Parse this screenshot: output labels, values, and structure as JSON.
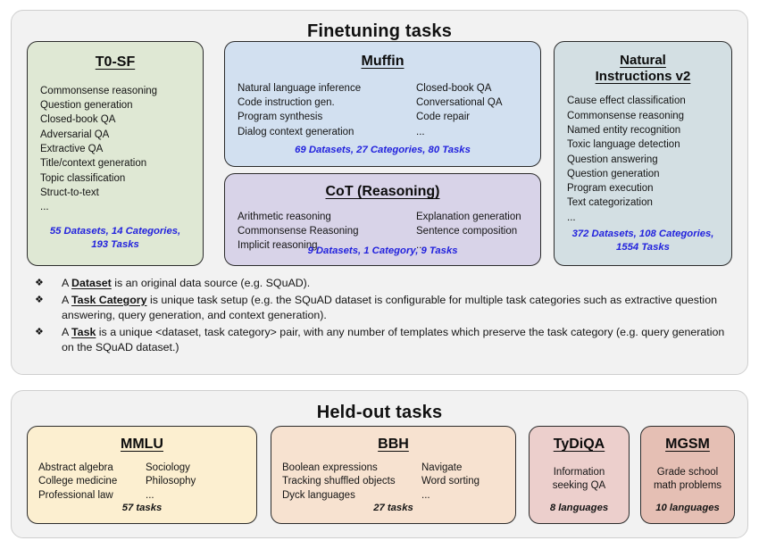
{
  "finetuning": {
    "title": "Finetuning tasks",
    "cards": [
      {
        "name": "T0-SF",
        "items_col_a": [
          "Commonsense reasoning",
          "Question generation",
          "Closed-book QA",
          "Adversarial QA",
          "Extractive QA",
          "Title/context generation",
          "Topic classification",
          "Struct-to-text",
          "..."
        ],
        "items_col_b": [],
        "stat_line_1": "55 Datasets, 14 Categories,",
        "stat_line_2": "193 Tasks",
        "color": "#dfe8d4"
      },
      {
        "name": "Muffin",
        "items_col_a": [
          "Natural language inference",
          "Code instruction gen.",
          "Program synthesis",
          "Dialog context generation"
        ],
        "items_col_b": [
          "Closed-book QA",
          "Conversational QA",
          "Code repair",
          "..."
        ],
        "stat_line_1": "69 Datasets, 27 Categories, 80 Tasks",
        "stat_line_2": "",
        "color": "#d2e0f0"
      },
      {
        "name": "CoT (Reasoning)",
        "items_col_a": [
          "Arithmetic reasoning",
          "Commonsense Reasoning",
          "Implicit reasoning"
        ],
        "items_col_b": [
          "Explanation generation",
          "Sentence composition",
          "..."
        ],
        "stat_line_1": "9 Datasets, 1 Category, 9 Tasks",
        "stat_line_2": "",
        "color": "#d8d3e8"
      },
      {
        "name_line_1": "Natural",
        "name_line_2": "Instructions v2",
        "items_col_a": [
          "Cause effect classification",
          "Commonsense reasoning",
          "Named entity recognition",
          "Toxic language detection",
          "Question answering",
          "Question generation",
          "Program execution",
          "Text categorization",
          "..."
        ],
        "items_col_b": [],
        "stat_line_1": "372 Datasets, 108 Categories,",
        "stat_line_2": "1554 Tasks",
        "color": "#d3dfe3"
      }
    ],
    "glossary": [
      {
        "marker": "❖",
        "prefix": "A ",
        "term": "Dataset",
        "suffix": " is an original data source (e.g. SQuAD)."
      },
      {
        "marker": "❖",
        "prefix": "A ",
        "term": "Task Category",
        "suffix": " is unique task setup (e.g. the SQuAD dataset is configurable for multiple task categories such as extractive question answering, query generation, and context generation)."
      },
      {
        "marker": "❖",
        "prefix": "A ",
        "term": "Task",
        "suffix": " is a unique <dataset, task category> pair, with any number of templates which preserve the task category (e.g. query generation on the SQuAD dataset.)"
      }
    ]
  },
  "heldout": {
    "title": "Held-out tasks",
    "cards": [
      {
        "name": "MMLU",
        "items_col_a": [
          "Abstract algebra",
          "College medicine",
          "Professional law"
        ],
        "items_col_b": [
          "Sociology",
          "Philosophy",
          "..."
        ],
        "stat_line_1": "57 tasks",
        "color": "#fcefd0"
      },
      {
        "name": "BBH",
        "items_col_a": [
          "Boolean expressions",
          "Tracking shuffled objects",
          "Dyck languages"
        ],
        "items_col_b": [
          "Navigate",
          "Word sorting",
          "..."
        ],
        "stat_line_1": "27 tasks",
        "color": "#f7e2d0"
      },
      {
        "name": "TyDiQA",
        "items_col_a": [
          "Information",
          "seeking QA"
        ],
        "items_col_b": [],
        "stat_line_1": "8 languages",
        "color": "#eccfcc"
      },
      {
        "name": "MGSM",
        "items_col_a": [
          "Grade school",
          "math problems"
        ],
        "items_col_b": [],
        "stat_line_1": "10 languages",
        "color": "#e5bfb4"
      }
    ]
  },
  "colors": {
    "panel_background": "#f2f2f2",
    "panel_border": "#cfcfcf",
    "card_border": "#2b2b2b",
    "stat_text": "#2222dd",
    "body_text": "#141414"
  }
}
